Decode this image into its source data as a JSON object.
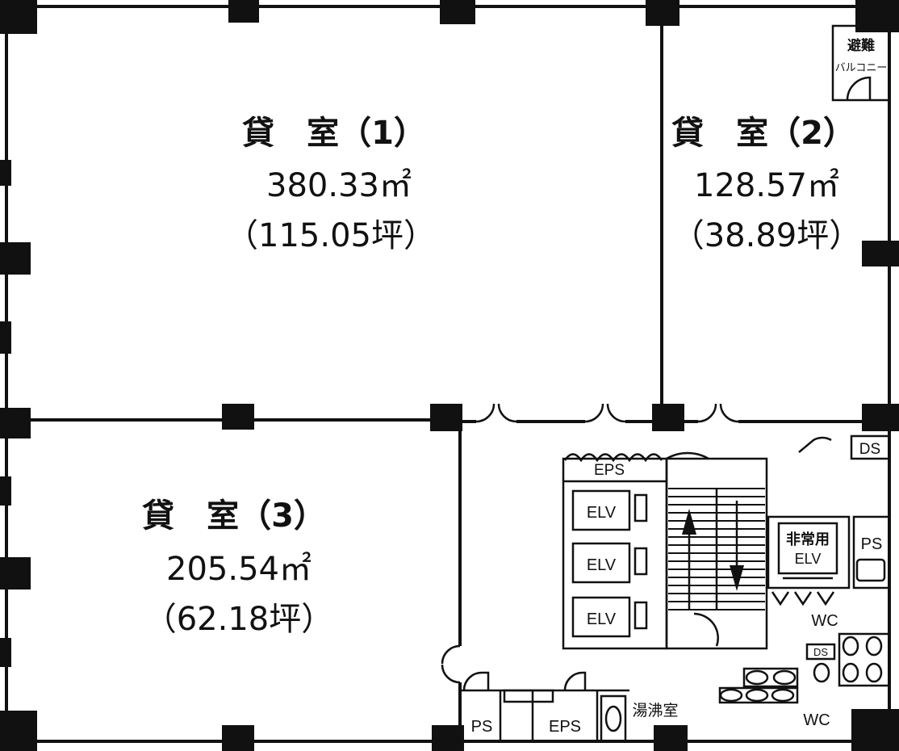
{
  "rooms": [
    {
      "name": "貸　室（1）",
      "area": "380.33㎡",
      "tsubo": "（115.05坪）"
    },
    {
      "name": "貸　室（2）",
      "area": "128.57㎡",
      "tsubo": "（38.89坪）"
    },
    {
      "name": "貸　室（3）",
      "area": "205.54㎡",
      "tsubo": "（62.18坪）"
    }
  ],
  "labels": {
    "balcony_line1": "避難",
    "balcony_line2": "バルコニー",
    "ds_top": "DS",
    "eps_core": "EPS",
    "elv1": "ELV",
    "elv2": "ELV",
    "elv3": "ELV",
    "emergency_elv_line1": "非常用",
    "emergency_elv_line2": "ELV",
    "ps_right": "PS",
    "wc_upper": "WC",
    "ds_small": "DS",
    "wc_lower": "WC",
    "ps_bottom": "PS",
    "eps_bottom": "EPS",
    "kitchenette": "湯沸室"
  }
}
